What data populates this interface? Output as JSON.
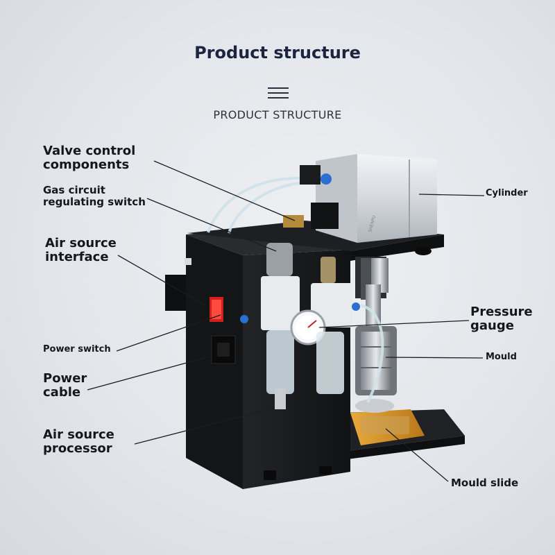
{
  "header": {
    "title": "Product structure",
    "subtitle": "PRODUCT STRUCTURE",
    "divider_icon": "menu-lines-icon"
  },
  "labels": {
    "valve_control": "Valve control\ncomponents",
    "gas_circuit": "Gas circuit\nregulating switch",
    "air_source_interface": "Air source\ninterface",
    "power_switch": "Power switch",
    "power_cable": "Power\ncable",
    "air_source_processor": "Air source\nprocessor",
    "cylinder": "Cylinder",
    "pressure_gauge": "Pressure\ngauge",
    "mould": "Mould",
    "mould_slide": "Mould slide"
  },
  "colors": {
    "title": "#1c2440",
    "body_metal": "#1b1c1f",
    "cylinder_metal": "#d9dde2",
    "mould_slide": "#d89a2b",
    "power_switch": "#d3201c"
  }
}
